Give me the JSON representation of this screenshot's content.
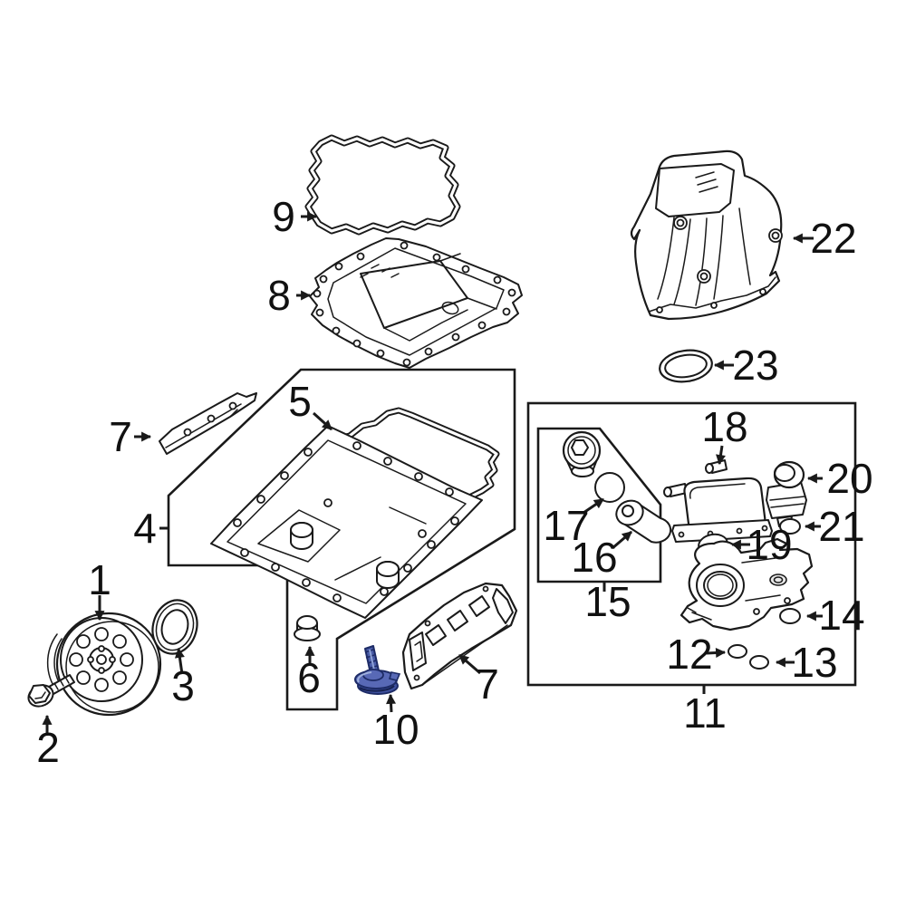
{
  "diagram": {
    "type": "exploded-parts-diagram",
    "background_color": "#ffffff",
    "line_color": "#1a1a1a",
    "highlighted_part": {
      "number": "10",
      "color": "#4a5da9"
    },
    "labels": {
      "l1": "1",
      "l2": "2",
      "l3": "3",
      "l4": "4",
      "l5": "5",
      "l6": "6",
      "l7a": "7",
      "l7b": "7",
      "l8": "8",
      "l9": "9",
      "l10": "10",
      "l11": "11",
      "l12": "12",
      "l13": "13",
      "l14": "14",
      "l15": "15",
      "l16": "16",
      "l17": "17",
      "l18": "18",
      "l19": "19",
      "l20": "20",
      "l21": "21",
      "l22": "22",
      "l23": "23"
    }
  }
}
